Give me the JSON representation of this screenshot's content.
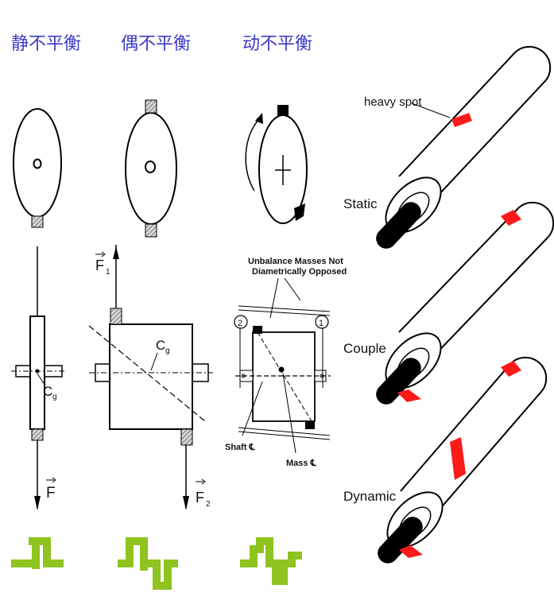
{
  "titles": {
    "static_cn": "静不平衡",
    "couple_cn": "偶不平衡",
    "dynamic_cn": "动不平衡"
  },
  "left_diagrams": {
    "cg_static": "C",
    "cg_static_sub": "g",
    "force_f": "F",
    "force_f1": "F",
    "force_f1_sub": "1",
    "cg_couple": "C",
    "cg_couple_sub": "g",
    "force_f2": "F",
    "force_f2_sub": "2",
    "dyn_title_line1": "Unbalance Masses Not",
    "dyn_title_line2": "Diametrically Opposed",
    "plane_2": "2",
    "plane_1": "1",
    "shaft_cl": "Shaft ℄",
    "mass_cl": "Mass ℄"
  },
  "right_rollers": {
    "heavy_spot": "heavy spot",
    "static": "Static",
    "couple": "Couple",
    "dynamic": "Dynamic"
  },
  "colors": {
    "title_blue": "#3a3ac8",
    "heavy_red": "#ff1a1a",
    "wave_green": "#8fc31f",
    "hatch_gray": "#777777"
  }
}
